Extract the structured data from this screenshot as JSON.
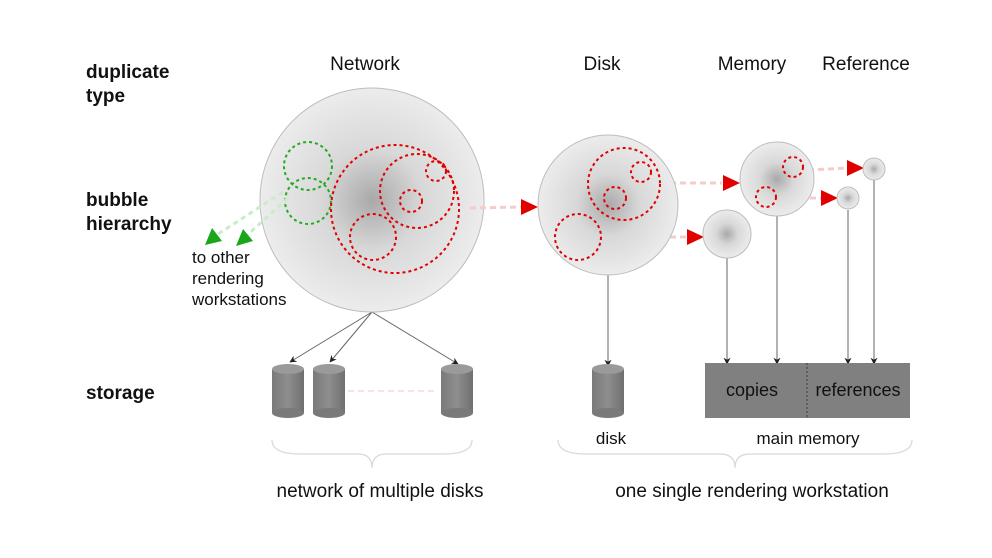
{
  "row_labels": {
    "duplicate_type": [
      "duplicate",
      "type"
    ],
    "bubble_hierarchy": [
      "bubble",
      "hierarchy"
    ],
    "storage": "storage"
  },
  "columns": {
    "network": "Network",
    "disk": "Disk",
    "memory": "Memory",
    "reference": "Reference"
  },
  "annotations": {
    "to_other": [
      "to other",
      "rendering",
      "workstations"
    ]
  },
  "storage_labels": {
    "disk": "disk",
    "main_memory": "main memory",
    "copies": "copies",
    "references": "references"
  },
  "group_labels": {
    "network_group": "network of multiple disks",
    "workstation_group": "one single rendering workstation"
  },
  "colors": {
    "bubble_fill": "#e2e2e2",
    "red": "#e00000",
    "green": "#22aa22",
    "storage_gray": "#808080"
  }
}
